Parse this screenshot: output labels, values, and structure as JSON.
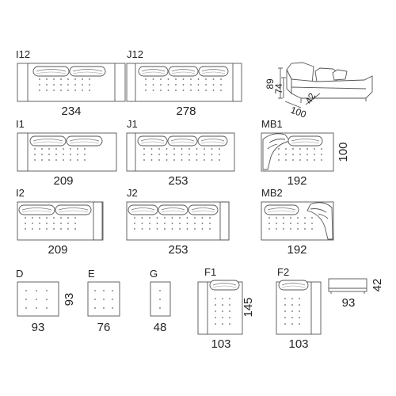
{
  "modules": {
    "i12": {
      "code": "I12",
      "width": "234"
    },
    "j12": {
      "code": "J12",
      "width": "278"
    },
    "i1": {
      "code": "I1",
      "width": "209"
    },
    "j1": {
      "code": "J1",
      "width": "253"
    },
    "mb1": {
      "code": "MB1",
      "width": "192",
      "depth": "100"
    },
    "i2": {
      "code": "I2",
      "width": "209"
    },
    "j2": {
      "code": "J2",
      "width": "253"
    },
    "mb2": {
      "code": "MB2",
      "width": "192"
    },
    "d": {
      "code": "D",
      "width": "93",
      "depth": "93"
    },
    "e": {
      "code": "E",
      "width": "76"
    },
    "g": {
      "code": "G",
      "width": "48"
    },
    "f1": {
      "code": "F1",
      "width": "103",
      "depth": "145"
    },
    "f2": {
      "code": "F2",
      "width": "103"
    },
    "pouf_side": {
      "width": "93",
      "height": "42"
    }
  },
  "perspective": {
    "height_total": "89",
    "seat_height": "74",
    "depth": "100",
    "seat_depth": "42"
  }
}
